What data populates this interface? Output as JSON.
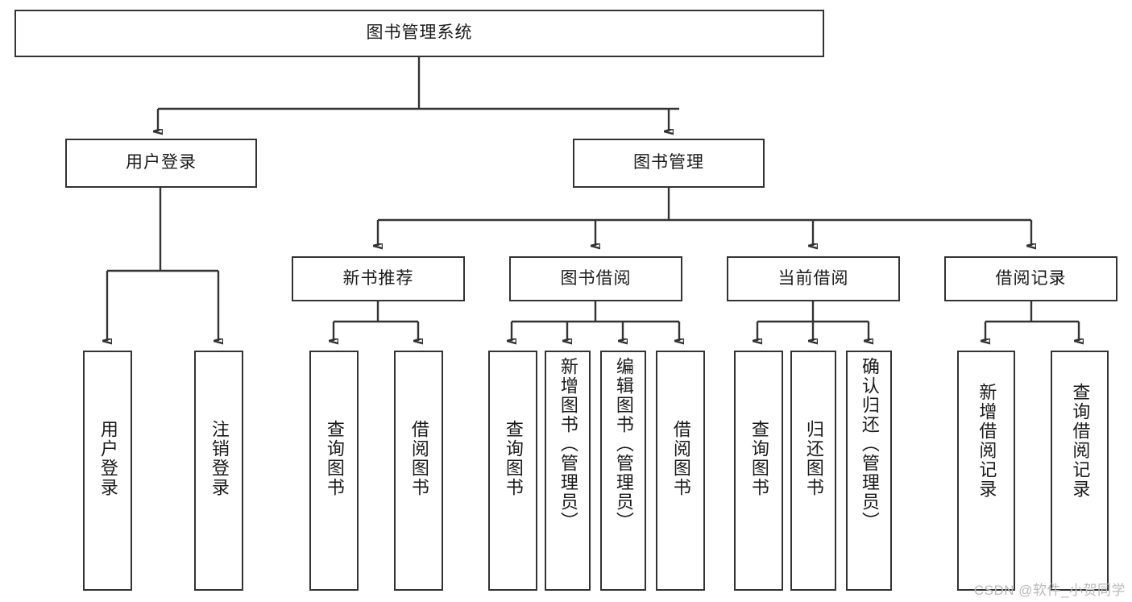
{
  "diagram": {
    "title": "图书管理系统",
    "type": "tree",
    "watermark": "CSDN @软件_小贺同学"
  },
  "root": {
    "id": "root",
    "label": "图书管理系统"
  },
  "level1": [
    {
      "id": "user-login",
      "label": "用户登录"
    },
    {
      "id": "book-manage",
      "label": "图书管理"
    }
  ],
  "level2": [
    {
      "id": "new-book-recommend",
      "label": "新书推荐",
      "parent": "book-manage"
    },
    {
      "id": "book-borrow",
      "label": "图书借阅",
      "parent": "book-manage"
    },
    {
      "id": "current-borrow",
      "label": "当前借阅",
      "parent": "book-manage"
    },
    {
      "id": "borrow-record",
      "label": "借阅记录",
      "parent": "book-manage"
    }
  ],
  "leaves": [
    {
      "id": "leaf-user-login",
      "label": "用户登录",
      "parent": "user-login"
    },
    {
      "id": "leaf-logout",
      "label": "注销登录",
      "parent": "user-login"
    },
    {
      "id": "leaf-query-book-1",
      "label": "查询图书",
      "parent": "new-book-recommend"
    },
    {
      "id": "leaf-borrow-book-1",
      "label": "借阅图书",
      "parent": "new-book-recommend"
    },
    {
      "id": "leaf-query-book-2",
      "label": "查询图书",
      "parent": "book-borrow"
    },
    {
      "id": "leaf-add-book",
      "label": "新增图书（管理员）",
      "parent": "book-borrow"
    },
    {
      "id": "leaf-edit-book",
      "label": "编辑图书（管理员）",
      "parent": "book-borrow"
    },
    {
      "id": "leaf-borrow-book-2",
      "label": "借阅图书",
      "parent": "book-borrow"
    },
    {
      "id": "leaf-query-book-3",
      "label": "查询图书",
      "parent": "current-borrow"
    },
    {
      "id": "leaf-return-book",
      "label": "归还图书",
      "parent": "current-borrow"
    },
    {
      "id": "leaf-confirm-return",
      "label": "确认归还（管理员）",
      "parent": "current-borrow"
    },
    {
      "id": "leaf-add-record",
      "label": "新增借阅记录",
      "parent": "borrow-record"
    },
    {
      "id": "leaf-query-record",
      "label": "查询借阅记录",
      "parent": "borrow-record"
    }
  ],
  "colors": {
    "box_border": "#333333",
    "box_fill": "#ffffff",
    "connector": "#333333",
    "text": "#1a1a1a",
    "watermark": "#b9b9b9"
  }
}
